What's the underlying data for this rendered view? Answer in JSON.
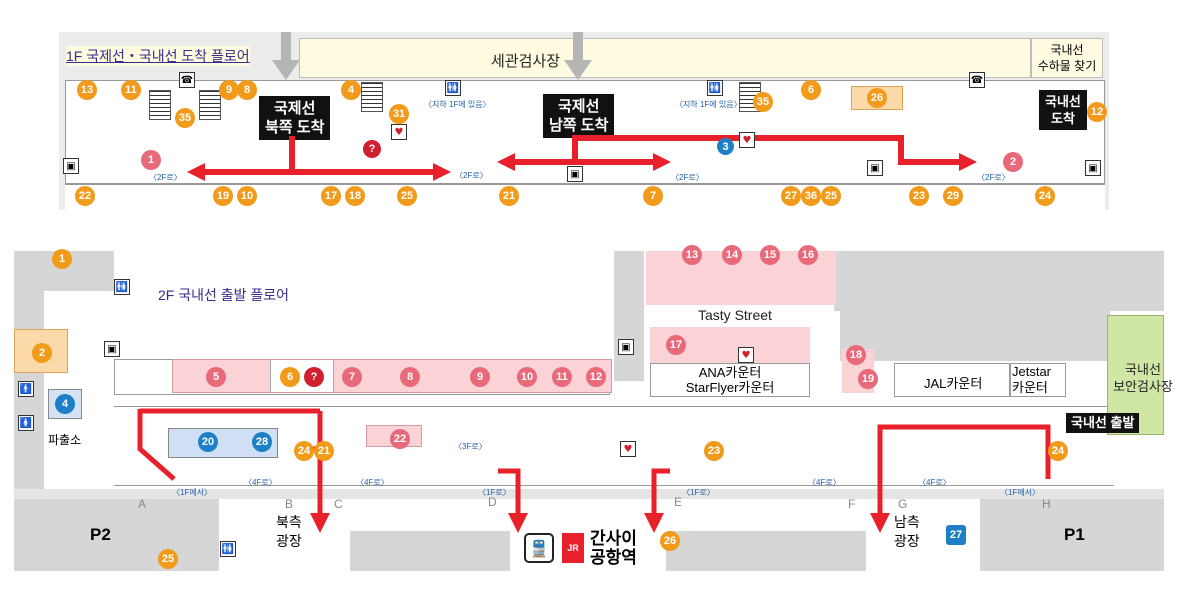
{
  "floor1": {
    "title": "1F 국제선・국내선 도착 플로어",
    "customs": "세관검사장",
    "domestic_baggage": [
      "국내선",
      "수하물 찾기"
    ],
    "intl_north": [
      "국제선",
      "북쪽 도착"
    ],
    "intl_south": [
      "국제선",
      "남쪽 도착"
    ],
    "domestic_arrival": [
      "국내선",
      "도착"
    ],
    "underground_note": "〈지하 1F에 있음〉",
    "to_2f": "〈2F로〉",
    "badges": [
      "13",
      "11",
      "9",
      "8",
      "4",
      "31",
      "35",
      "35",
      "6",
      "26",
      "12",
      "1",
      "3",
      "2",
      "22",
      "19",
      "10",
      "17",
      "18",
      "25",
      "21",
      "7",
      "27",
      "36",
      "25",
      "23",
      "29",
      "24"
    ]
  },
  "floor2": {
    "title": "2F 국내선 출발 플로어",
    "tasty_street": "Tasty Street",
    "ana_counter": [
      "ANA카운터",
      "StarFlyer카운터"
    ],
    "jal_counter": "JAL카운터",
    "jetstar_counter": [
      "Jetstar",
      "카운터"
    ],
    "security": [
      "국내선",
      "보안검사장"
    ],
    "domestic_departure": "국내선 출발",
    "police": "파출소",
    "north_plaza": [
      "북측",
      "광장"
    ],
    "south_plaza": [
      "남측",
      "광장"
    ],
    "station": [
      "간사이",
      "공항역"
    ],
    "parking2": "P2",
    "parking1": "P1",
    "to_3f": "〈3F로〉",
    "to_4f": "〈4F로〉",
    "to_1f": "〈1F로〉",
    "from_1f": "〈1F에서〉",
    "gates": [
      "A",
      "B",
      "C",
      "D",
      "E",
      "F",
      "G",
      "H"
    ],
    "counters": [
      "5",
      "6",
      "7",
      "8",
      "9",
      "10",
      "11",
      "12"
    ],
    "top_counters": [
      "13",
      "14",
      "15",
      "16"
    ]
  },
  "colors": {
    "route_red": "#e8202a",
    "badge_orange": "#f29a1a",
    "badge_pink": "#e8697a",
    "badge_blue": "#1f7fc6",
    "counter_pink": "#fbd3d6",
    "wall_gray": "#d6d6d6",
    "plaza_beige": "#f6efd9",
    "security_green": "#cfe6a5"
  }
}
